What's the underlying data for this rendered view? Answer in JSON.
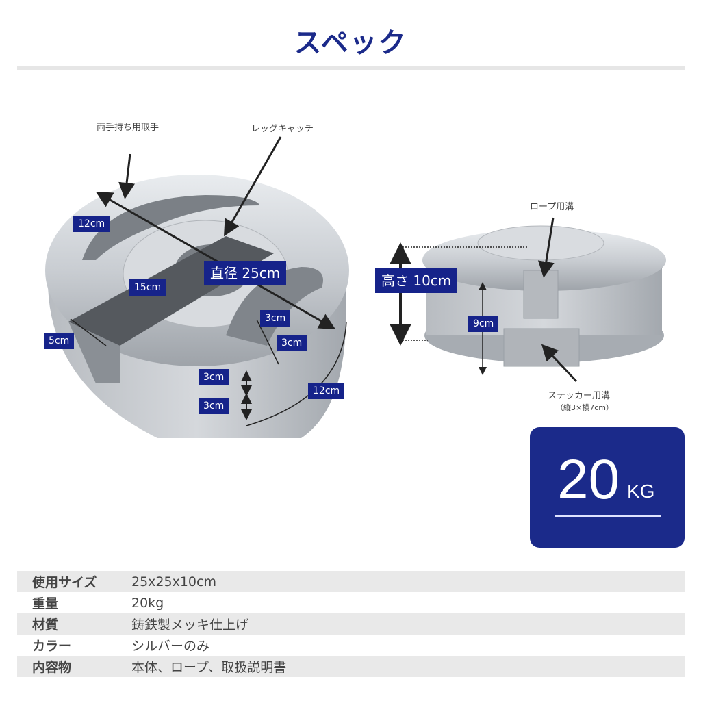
{
  "header": {
    "title": "スペック"
  },
  "diagram_left": {
    "callouts": {
      "handle": "両手持ち用取手",
      "leg_catch": "レッグキャッチ"
    },
    "dimensions": {
      "diameter": "直径 25cm",
      "handle_length": "12cm",
      "slot_length": "15cm",
      "slot_width": "5cm",
      "inner_1": "3cm",
      "inner_2": "3cm",
      "side_1": "3cm",
      "side_2": "3cm",
      "side_arc": "12cm"
    }
  },
  "diagram_right": {
    "callouts": {
      "rope_groove": "ロープ用溝",
      "sticker_groove": "ステッカー用溝",
      "sticker_size": "（縦3×横7cm）"
    },
    "dimensions": {
      "height": "高さ 10cm",
      "body_height": "9cm"
    }
  },
  "weight_badge": {
    "value": "20",
    "unit": "KG",
    "background": "#1b2a8a"
  },
  "spec_table": {
    "rows": [
      {
        "key": "使用サイズ",
        "value": "25x25x10cm"
      },
      {
        "key": "重量",
        "value": "20kg"
      },
      {
        "key": "材質",
        "value": "鋳鉄製メッキ仕上げ"
      },
      {
        "key": "カラー",
        "value": "シルバーのみ"
      },
      {
        "key": "内容物",
        "value": "本体、ロープ、取扱説明書"
      }
    ]
  },
  "colors": {
    "accent": "#1b2a8a",
    "label_bg": "#16238a",
    "row_shade": "#e9e9e9"
  }
}
